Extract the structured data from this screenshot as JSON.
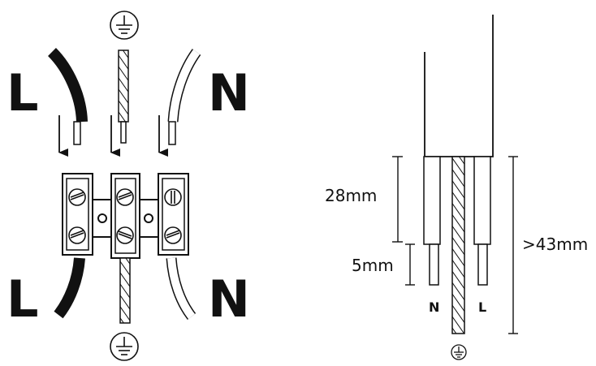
{
  "left_diagram": {
    "label_live_top": "L",
    "label_neutral_top": "N",
    "label_live_bottom": "L",
    "label_neutral_bottom": "N",
    "earth_symbol_top": "earth-symbol-icon",
    "earth_symbol_bottom": "earth-symbol-icon"
  },
  "right_diagram": {
    "dim_conductor": "28mm",
    "dim_strip": "5mm",
    "dim_earth": ">43mm",
    "label_neutral": "N",
    "label_live": "L",
    "earth_symbol": "earth-symbol-icon"
  },
  "colors": {
    "line": "#111111",
    "background": "#ffffff"
  }
}
